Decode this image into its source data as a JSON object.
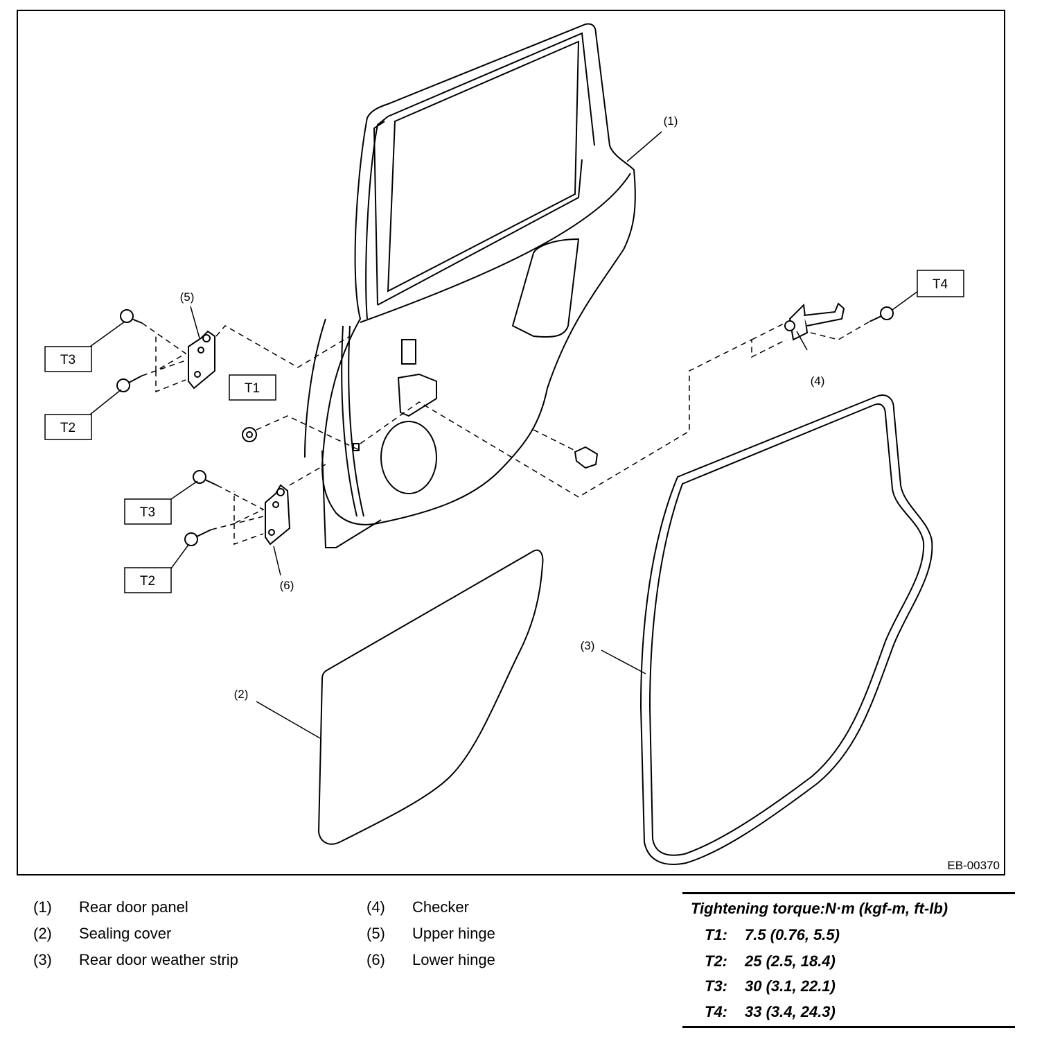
{
  "diagram": {
    "code": "EB-00370",
    "callouts": {
      "c1": "(1)",
      "c2": "(2)",
      "c3": "(3)",
      "c4": "(4)",
      "c5": "(5)",
      "c6": "(6)"
    },
    "torque_tags": {
      "t1": "T1",
      "t2_upper": "T2",
      "t2_lower": "T2",
      "t3_upper": "T3",
      "t3_lower": "T3",
      "t4": "T4"
    }
  },
  "parts": [
    {
      "num": "(1)",
      "name": "Rear door panel"
    },
    {
      "num": "(2)",
      "name": "Sealing cover"
    },
    {
      "num": "(3)",
      "name": "Rear door weather strip"
    },
    {
      "num": "(4)",
      "name": "Checker"
    },
    {
      "num": "(5)",
      "name": "Upper hinge"
    },
    {
      "num": "(6)",
      "name": "Lower hinge"
    }
  ],
  "torque": {
    "title": "Tightening torque:N·m (kgf-m, ft-lb)",
    "rows": [
      {
        "key": "T1:",
        "value": "7.5 (0.76, 5.5)"
      },
      {
        "key": "T2:",
        "value": "25 (2.5, 18.4)"
      },
      {
        "key": "T3:",
        "value": "30 (3.1, 22.1)"
      },
      {
        "key": "T4:",
        "value": "33 (3.4, 24.3)"
      }
    ]
  }
}
